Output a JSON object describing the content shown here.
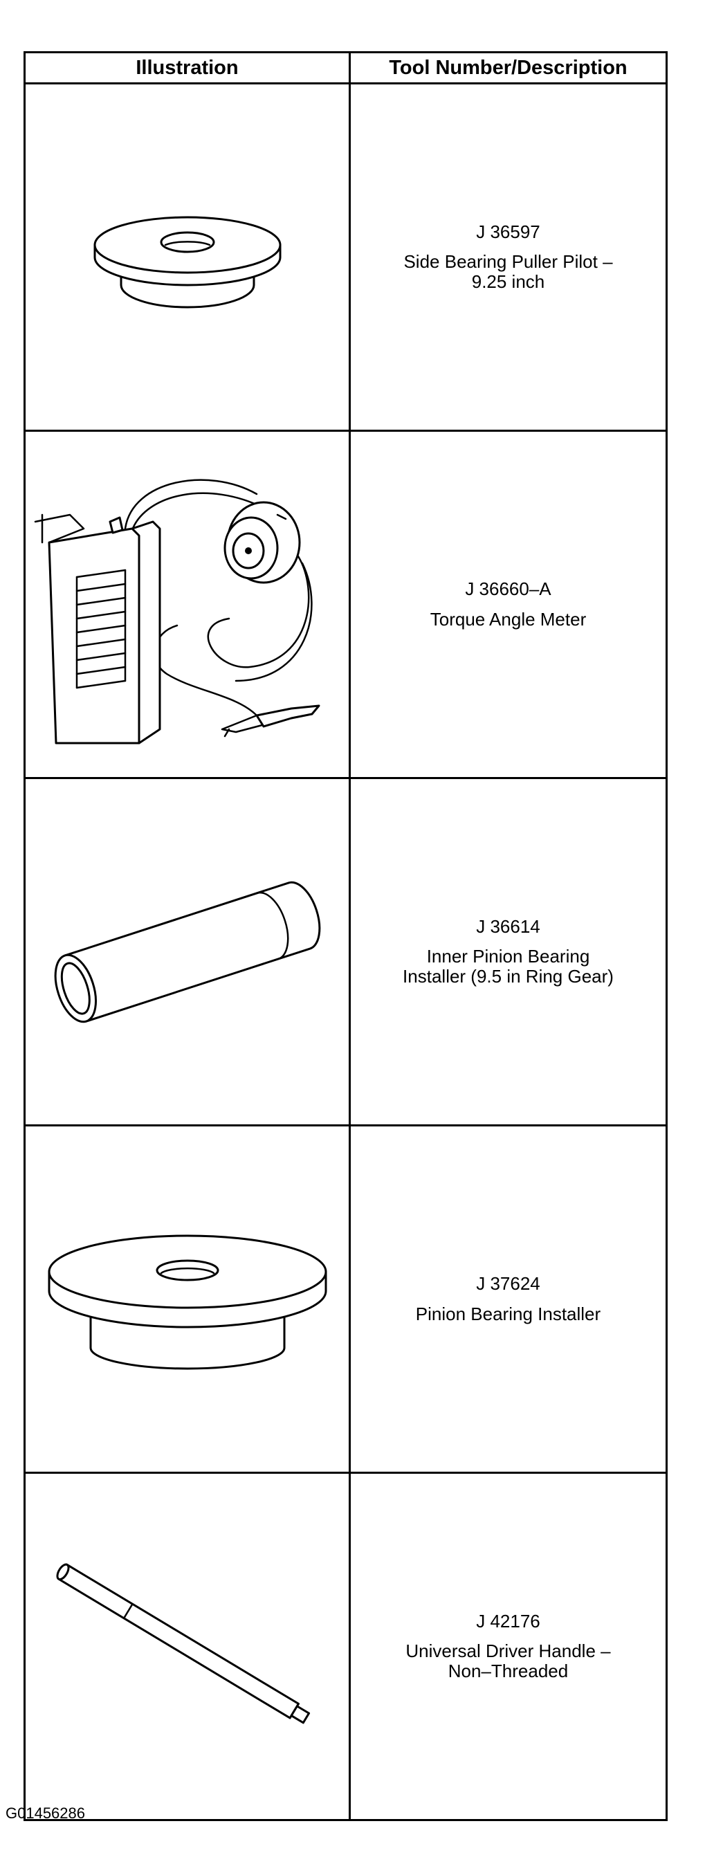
{
  "table": {
    "headers": [
      "Illustration",
      "Tool Number/Description"
    ],
    "rows": [
      {
        "tool_number": "J 36597",
        "description": [
          "Side Bearing Puller Pilot –",
          "9.25 inch"
        ],
        "illustration_icon": "side-bearing-puller-pilot-icon"
      },
      {
        "tool_number": "J 36660–A",
        "description": [
          "Torque Angle Meter"
        ],
        "illustration_icon": "torque-angle-meter-icon"
      },
      {
        "tool_number": "J 36614",
        "description": [
          "Inner Pinion Bearing",
          "Installer (9.5 in Ring Gear)"
        ],
        "illustration_icon": "pinion-bearing-installer-tube-icon"
      },
      {
        "tool_number": "J 37624",
        "description": [
          "Pinion Bearing Installer"
        ],
        "illustration_icon": "pinion-bearing-installer-icon"
      },
      {
        "tool_number": "J 42176",
        "description": [
          "Universal Driver Handle –",
          "Non–Threaded"
        ],
        "illustration_icon": "driver-handle-icon"
      }
    ]
  },
  "figure_id": "G01456286"
}
